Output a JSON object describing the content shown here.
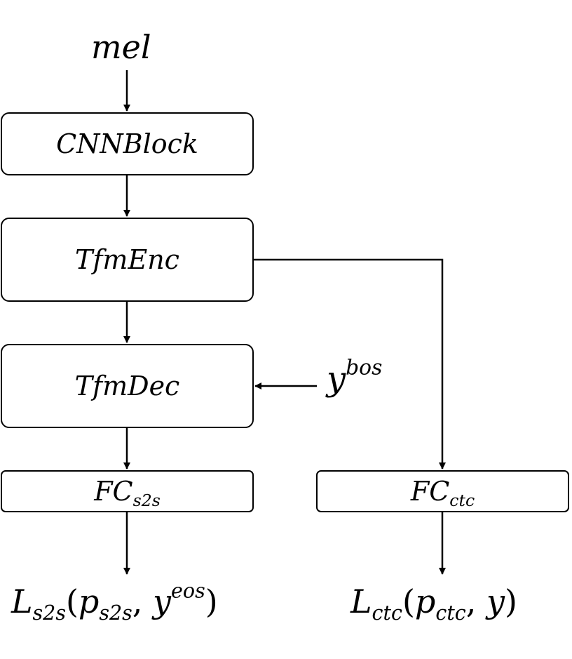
{
  "input": {
    "mel": "mel",
    "bos_base": "y",
    "bos_sup": "bos"
  },
  "blocks": {
    "cnn": "CNNBlock",
    "enc": "TfmEnc",
    "dec": "TfmDec",
    "fc_s2s_base": "FC",
    "fc_s2s_sub": "s2s",
    "fc_ctc_base": "FC",
    "fc_ctc_sub": "ctc"
  },
  "outputs": {
    "s2s": {
      "L": "L",
      "L_sub": "s2s",
      "open": "(",
      "p": "p",
      "p_sub": "s2s",
      "comma": ", ",
      "y": "y",
      "y_sup": "eos",
      "close": ")"
    },
    "ctc": {
      "L": "L",
      "L_sub": "ctc",
      "open": "(",
      "p": "p",
      "p_sub": "ctc",
      "comma": ", ",
      "y": "y",
      "close": ")"
    }
  }
}
